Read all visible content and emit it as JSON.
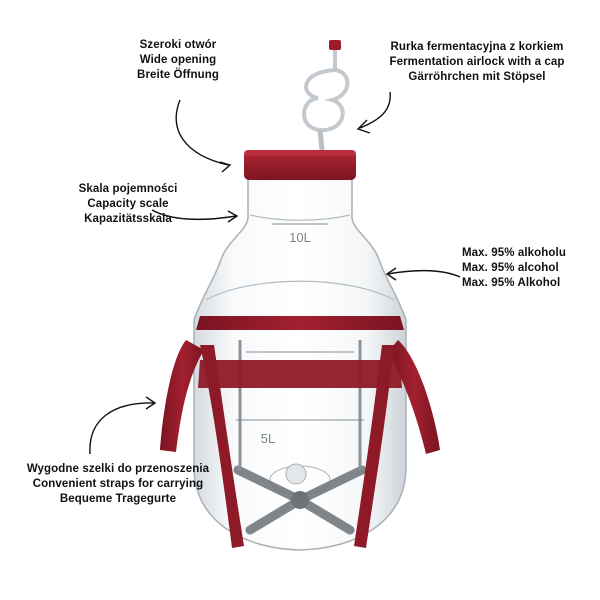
{
  "callouts": {
    "wide_opening": [
      "Szeroki otwór",
      "Wide opening",
      "Breite Öffnung"
    ],
    "airlock": [
      "Rurka fermentacyjna z korkiem",
      "Fermentation airlock with a cap",
      "Gärröhrchen mit Stöpsel"
    ],
    "capacity_scale": [
      "Skala pojemności",
      "Capacity scale",
      "Kapazitätsskala"
    ],
    "alcohol": [
      "Max. 95% alkoholu",
      "Max. 95% alcohol",
      "Max. 95% Alkohol"
    ],
    "straps": [
      "Wygodne szelki do przenoszenia",
      "Convenient straps for carrying",
      "Bequeme Tragegurte"
    ]
  },
  "scale_marks": {
    "ten": "10L",
    "five": "5L"
  },
  "colors": {
    "cap_red": "#9b1b2a",
    "strap_red": "#8e1a28",
    "glass_edge": "#9aa3aa",
    "stand_grey": "#6b7177"
  }
}
